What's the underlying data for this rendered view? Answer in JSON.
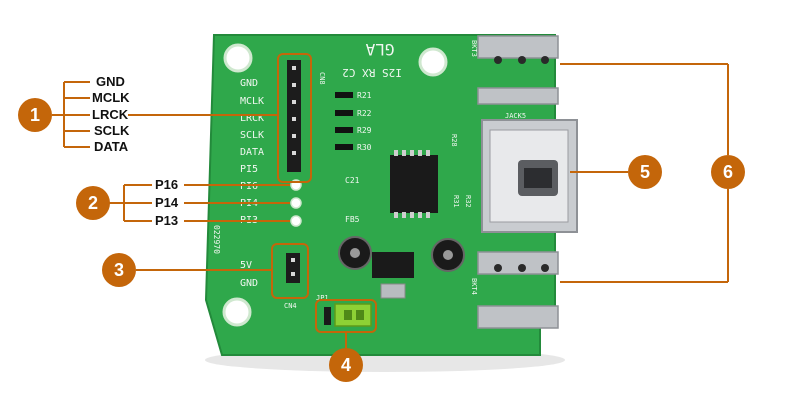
{
  "accent_color": "#c4660a",
  "board_color": "#2fa84b",
  "callouts": [
    {
      "id": "1",
      "labels": [
        "GND",
        "MCLK",
        "LRCK",
        "SCLK",
        "DATA"
      ]
    },
    {
      "id": "2",
      "labels": [
        "P16",
        "P14",
        "P13"
      ]
    },
    {
      "id": "3",
      "labels": []
    },
    {
      "id": "4",
      "labels": []
    },
    {
      "id": "5",
      "labels": []
    },
    {
      "id": "6",
      "labels": []
    }
  ],
  "silkscreen": {
    "title": "GLA",
    "subtitle": "I2S RX C2",
    "cn8": "CN8",
    "pin_labels": [
      "GND",
      "MCLK",
      "LRCK",
      "SCLK",
      "DATA",
      "PI5",
      "PI6",
      "PI4",
      "PI3"
    ],
    "resistors": [
      "R21",
      "R22",
      "R29",
      "R30"
    ],
    "power_labels": [
      "5V",
      "GND"
    ],
    "cn4": "CN4",
    "serial": "022970",
    "fb5": "FB5",
    "c21": "C21",
    "r28": "R28",
    "r31": "R31",
    "r32": "R32",
    "bkt3": "BKT3",
    "bkt4": "BKT4",
    "jack5": "JACK5",
    "jp1": "JP1"
  }
}
